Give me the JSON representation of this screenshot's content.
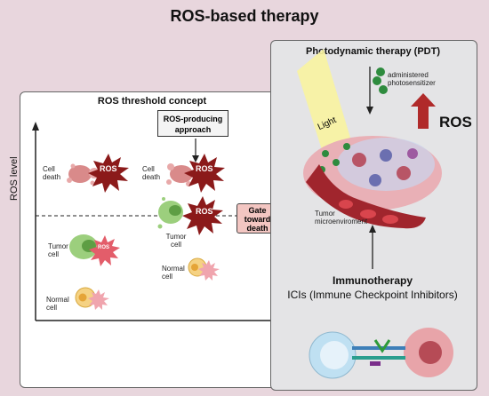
{
  "title": "ROS-based therapy",
  "left_panel": {
    "title": "ROS threshold concept",
    "producing_box": "ROS-producing approach",
    "gate_label": "Gate toward death",
    "axis_label": "ROS level",
    "cell_death_1": "Cell death",
    "cell_death_2": "Cell death",
    "tumor_cell_1": "Tumor cell",
    "tumor_cell_2": "Tumor cell",
    "normal_cell_1": "Normal cell",
    "normal_cell_2": "Normal cell",
    "burst_label": "ROS"
  },
  "right_panel": {
    "title": "Photodynamic therapy (PDT)",
    "photosensitizer": "administered photosensitizer",
    "light": "Light",
    "ros_label": "ROS",
    "tumor_micro": "Tumor microenviroment",
    "immunotherapy": "Immunotherapy",
    "ici": "ICIs (Immune Checkpoint Inhibitors)"
  },
  "colors": {
    "burst": "#8b1a1a",
    "arrow_up": "#b02a2a",
    "background": "#e8d6dd"
  }
}
